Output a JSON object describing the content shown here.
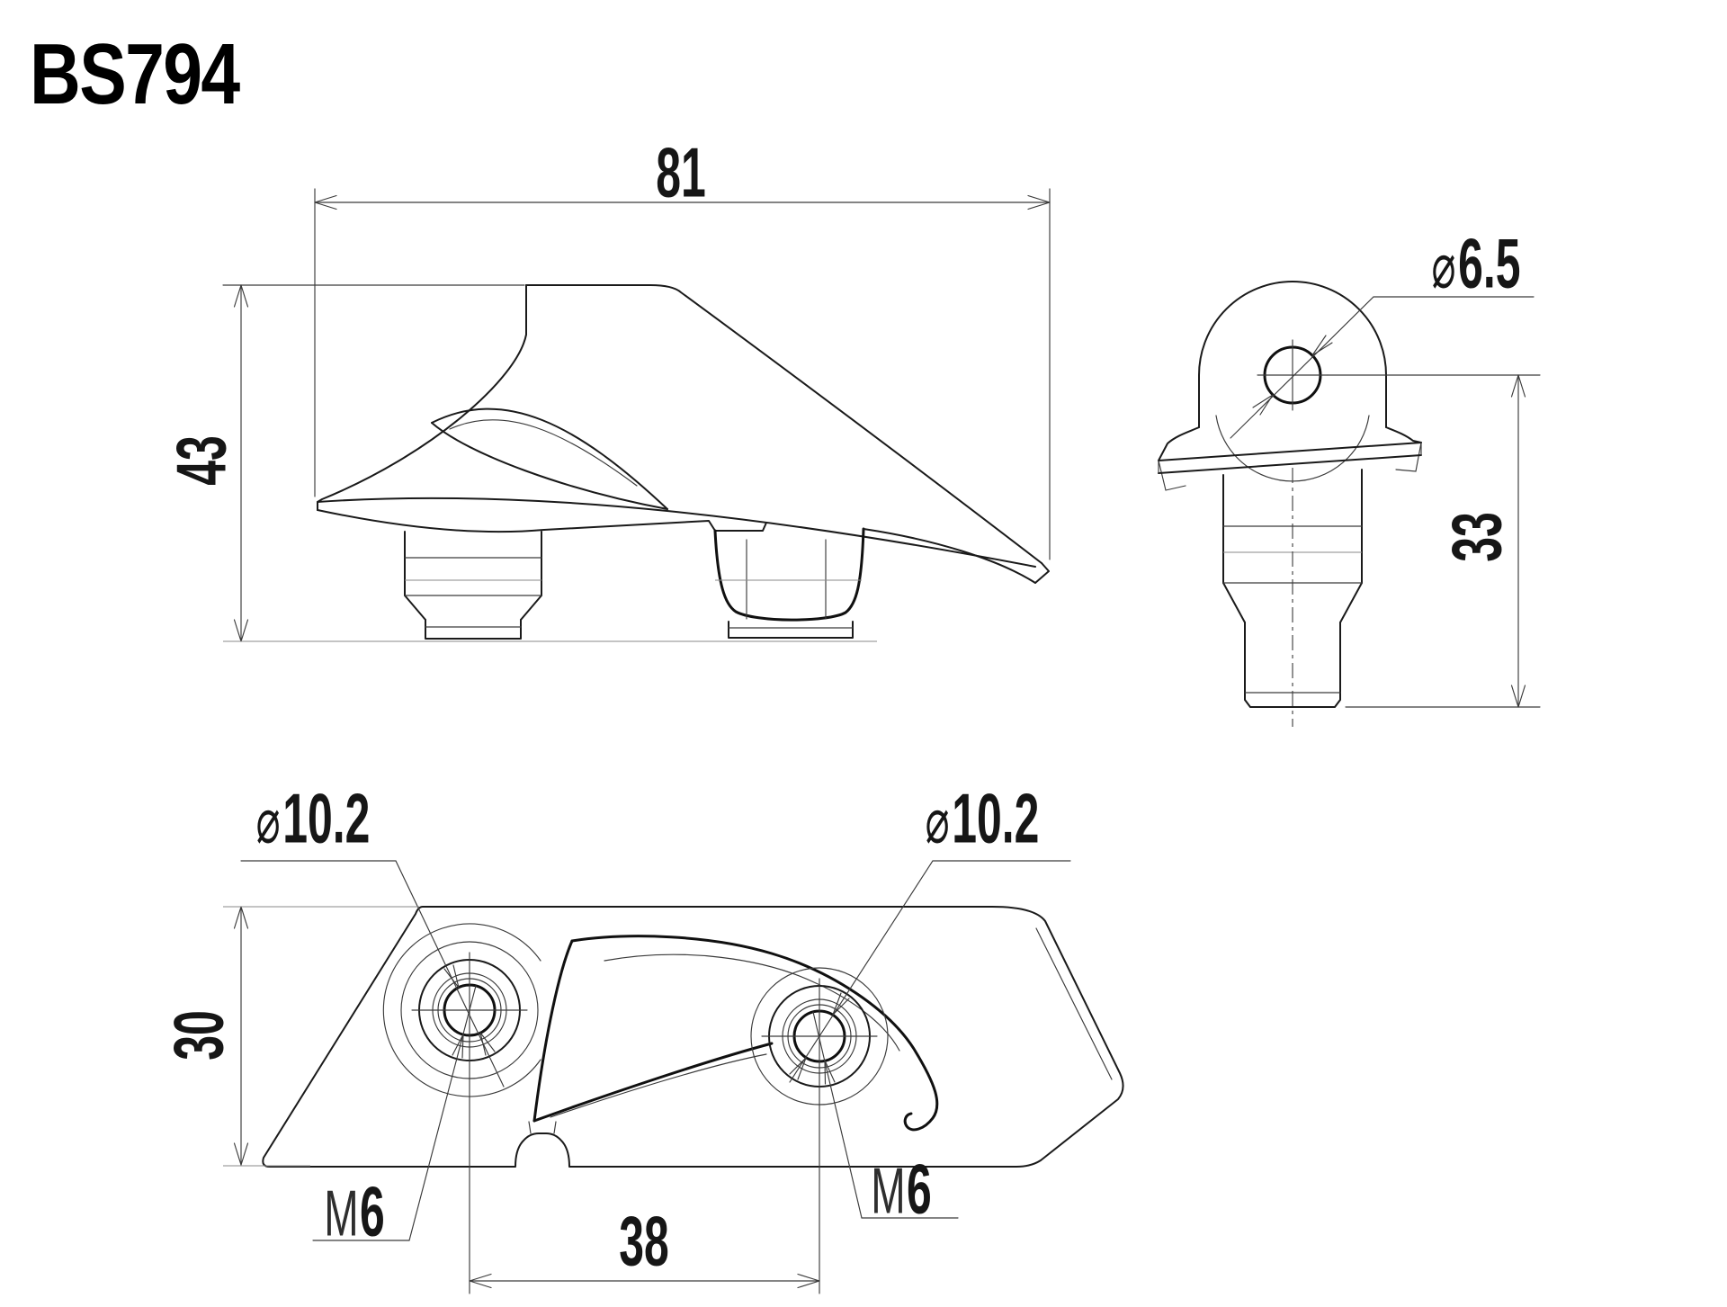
{
  "title": "BS794",
  "side_view": {
    "width": "81",
    "height": "43"
  },
  "front_view": {
    "dia_symbol": "⌀",
    "hole_dia": "6.5",
    "height": "33"
  },
  "bottom_view": {
    "dia_symbol_left": "⌀",
    "hole_left": "10.2",
    "dia_symbol_right": "⌀",
    "hole_right": "10.2",
    "height": "30",
    "spacing": "38",
    "thread_prefix_left": "M",
    "thread_left": "6",
    "thread_prefix_right": "M",
    "thread_right": "6"
  }
}
